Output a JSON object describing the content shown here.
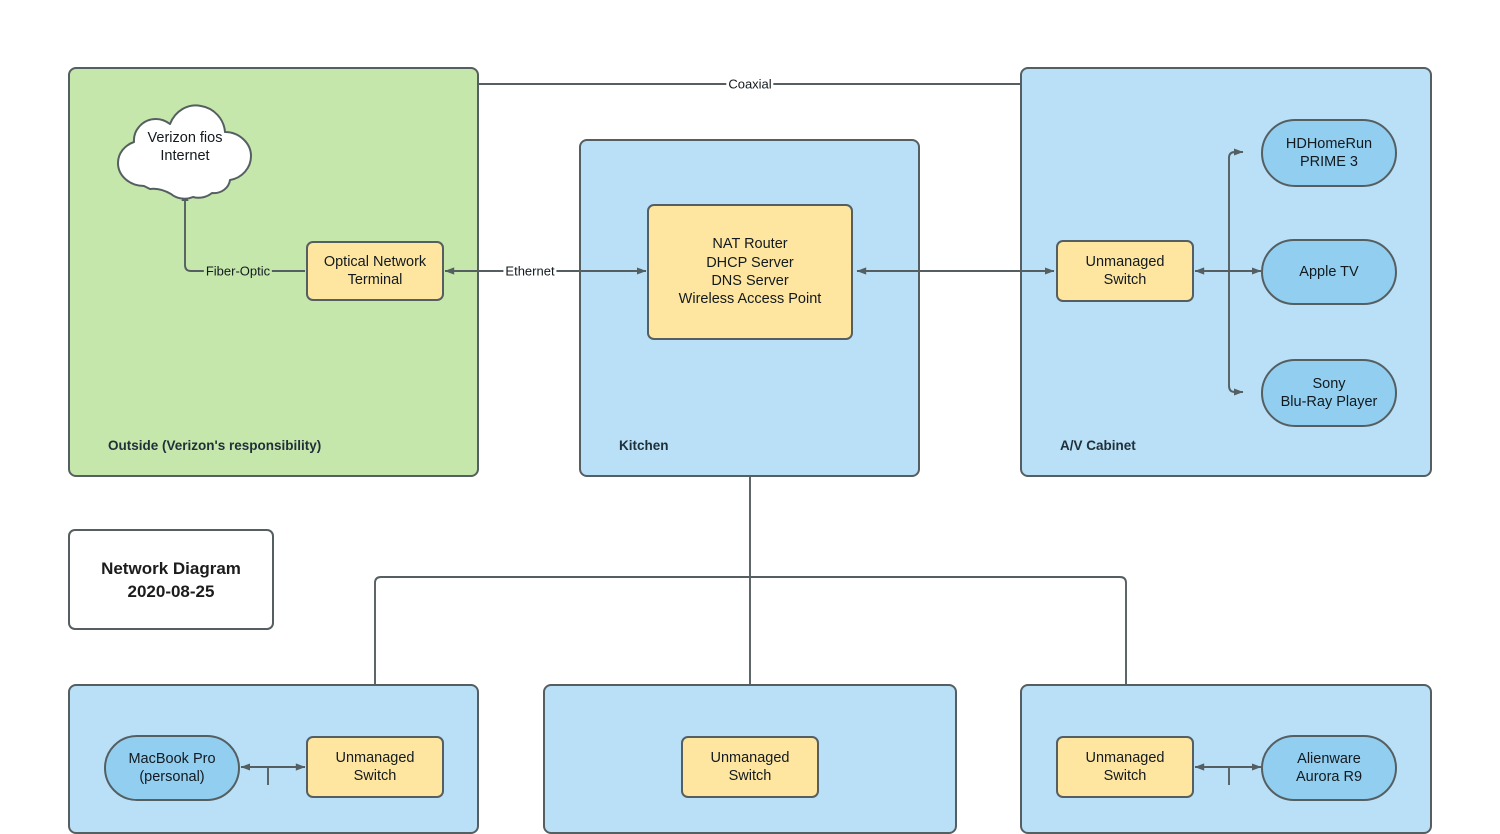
{
  "diagram": {
    "title_card": {
      "line1": "Network Diagram",
      "line2": "2020-08-25",
      "text": "Network Diagram\n2020-08-25"
    },
    "stroke_color": "#555f61",
    "colors": {
      "zone_outside": "#c6e7ab",
      "zone_indoor": "#b9e0f7",
      "node_equipment": "#ffe6a0",
      "node_device": "#92ceef",
      "cloud": "#ffffff",
      "line": "#555f61",
      "text": "#121a1f"
    }
  },
  "zones": [
    {
      "id": "outside",
      "label": "Outside (Verizon's responsibility)",
      "kind": "green"
    },
    {
      "id": "kitchen",
      "label": "Kitchen",
      "kind": "blue"
    },
    {
      "id": "av",
      "label": "A/V Cabinet",
      "kind": "blue"
    },
    {
      "id": "bottom_left",
      "label": "",
      "kind": "blue"
    },
    {
      "id": "bottom_center",
      "label": "",
      "kind": "blue"
    },
    {
      "id": "bottom_right",
      "label": "",
      "kind": "blue"
    }
  ],
  "nodes": {
    "internet_cloud": {
      "text": "Verizon fios\nInternet"
    },
    "ont": {
      "text": "Optical Network\nTerminal"
    },
    "router": {
      "text": "NAT Router\nDHCP Server\nDNS Server\nWireless Access Point"
    },
    "av_switch": {
      "text": "Unmanaged\nSwitch"
    },
    "hdhomerun": {
      "text": "HDHomeRun\nPRIME 3"
    },
    "appletv": {
      "text": "Apple TV"
    },
    "bluray": {
      "text": "Sony\nBlu-Ray Player"
    },
    "bl_switch": {
      "text": "Unmanaged\nSwitch"
    },
    "macbook": {
      "text": "MacBook Pro\n(personal)"
    },
    "bc_switch": {
      "text": "Unmanaged\nSwitch"
    },
    "br_switch": {
      "text": "Unmanaged\nSwitch"
    },
    "alienware": {
      "text": "Alienware\nAurora R9"
    }
  },
  "edge_labels": {
    "coaxial": "Coaxial",
    "fiber": "Fiber-Optic",
    "ethernet": "Ethernet"
  },
  "chart_data": {
    "type": "diagram",
    "title": "Network Diagram 2020-08-25",
    "nodes": [
      {
        "id": "internet_cloud",
        "label": "Verizon fios Internet",
        "shape": "cloud",
        "zone": "outside"
      },
      {
        "id": "ont",
        "label": "Optical Network Terminal",
        "shape": "rect",
        "zone": "outside"
      },
      {
        "id": "router",
        "label": "NAT Router / DHCP Server / DNS Server / Wireless Access Point",
        "shape": "rect",
        "zone": "kitchen"
      },
      {
        "id": "av_switch",
        "label": "Unmanaged Switch",
        "shape": "rect",
        "zone": "av"
      },
      {
        "id": "hdhomerun",
        "label": "HDHomeRun PRIME 3",
        "shape": "pill",
        "zone": "av"
      },
      {
        "id": "appletv",
        "label": "Apple TV",
        "shape": "pill",
        "zone": "av"
      },
      {
        "id": "bluray",
        "label": "Sony Blu-Ray Player",
        "shape": "pill",
        "zone": "av"
      },
      {
        "id": "bl_switch",
        "label": "Unmanaged Switch",
        "shape": "rect",
        "zone": "bottom_left"
      },
      {
        "id": "macbook",
        "label": "MacBook Pro (personal)",
        "shape": "pill",
        "zone": "bottom_left"
      },
      {
        "id": "bc_switch",
        "label": "Unmanaged Switch",
        "shape": "rect",
        "zone": "bottom_center"
      },
      {
        "id": "br_switch",
        "label": "Unmanaged Switch",
        "shape": "rect",
        "zone": "bottom_right"
      },
      {
        "id": "alienware",
        "label": "Alienware Aurora R9",
        "shape": "pill",
        "zone": "bottom_right"
      }
    ],
    "edges": [
      {
        "from": "ont",
        "to": "internet_cloud",
        "label": "Fiber-Optic",
        "dir": "one-way"
      },
      {
        "from": "ont",
        "to": "hdhomerun",
        "label": "Coaxial",
        "dir": "one-way"
      },
      {
        "from": "ont",
        "to": "router",
        "label": "Ethernet",
        "dir": "two-way"
      },
      {
        "from": "router",
        "to": "av_switch",
        "label": "",
        "dir": "two-way"
      },
      {
        "from": "av_switch",
        "to": "hdhomerun",
        "label": "",
        "dir": "one-way"
      },
      {
        "from": "av_switch",
        "to": "appletv",
        "label": "",
        "dir": "two-way"
      },
      {
        "from": "av_switch",
        "to": "bluray",
        "label": "",
        "dir": "one-way"
      },
      {
        "from": "router",
        "to": "bl_switch",
        "label": "",
        "dir": "one-way"
      },
      {
        "from": "router",
        "to": "bc_switch",
        "label": "",
        "dir": "one-way"
      },
      {
        "from": "router",
        "to": "br_switch",
        "label": "",
        "dir": "one-way"
      },
      {
        "from": "bl_switch",
        "to": "macbook",
        "label": "",
        "dir": "two-way"
      },
      {
        "from": "br_switch",
        "to": "alienware",
        "label": "",
        "dir": "two-way"
      }
    ]
  }
}
